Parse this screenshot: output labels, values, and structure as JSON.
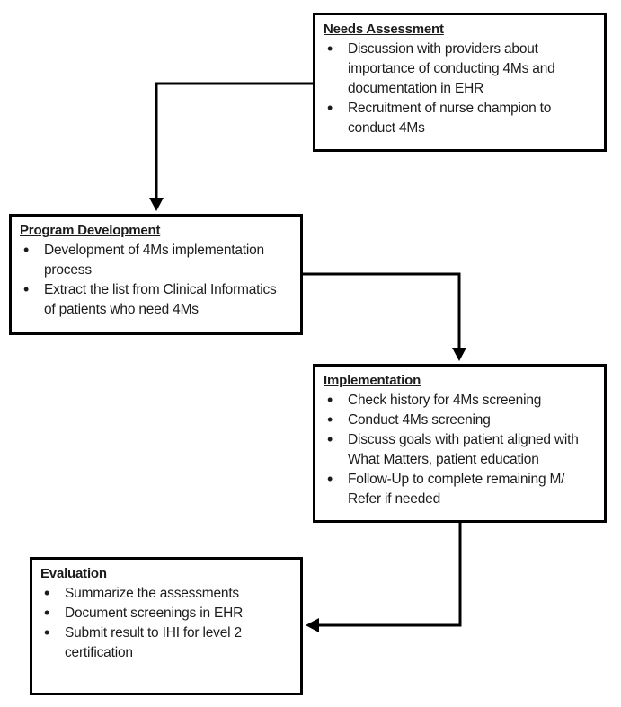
{
  "colors": {
    "box_border": "#000000",
    "box_fill": "#ffffff",
    "arrow": "#000000",
    "text": "#1c1c1c",
    "background": "#ffffff"
  },
  "boxes": [
    {
      "id": "needs-assessment",
      "title": "Needs Assessment",
      "bullets": [
        "Discussion with providers about\nimportance of conducting 4Ms and\ndocumentation in EHR",
        "Recruitment of nurse champion to\nconduct 4Ms"
      ]
    },
    {
      "id": "program-development",
      "title": "Program Development",
      "bullets": [
        "Development of 4Ms implementation\nprocess",
        "Extract the list from Clinical Informatics\nof patients who need 4Ms"
      ]
    },
    {
      "id": "implementation",
      "title": "Implementation",
      "bullets": [
        "Check history for 4Ms screening",
        "Conduct 4Ms screening",
        "Discuss goals with patient aligned with\nWhat Matters, patient education",
        "Follow-Up to complete remaining M/\nRefer if needed"
      ]
    },
    {
      "id": "evaluation",
      "title": "Evaluation",
      "bullets": [
        "Summarize the assessments",
        "Document screenings in EHR",
        "Submit result to IHI for level 2\ncertification"
      ]
    }
  ],
  "edges": [
    {
      "from": "Needs Assessment",
      "to": "Program Development"
    },
    {
      "from": "Program Development",
      "to": "Implementation"
    },
    {
      "from": "Implementation",
      "to": "Evaluation"
    }
  ]
}
